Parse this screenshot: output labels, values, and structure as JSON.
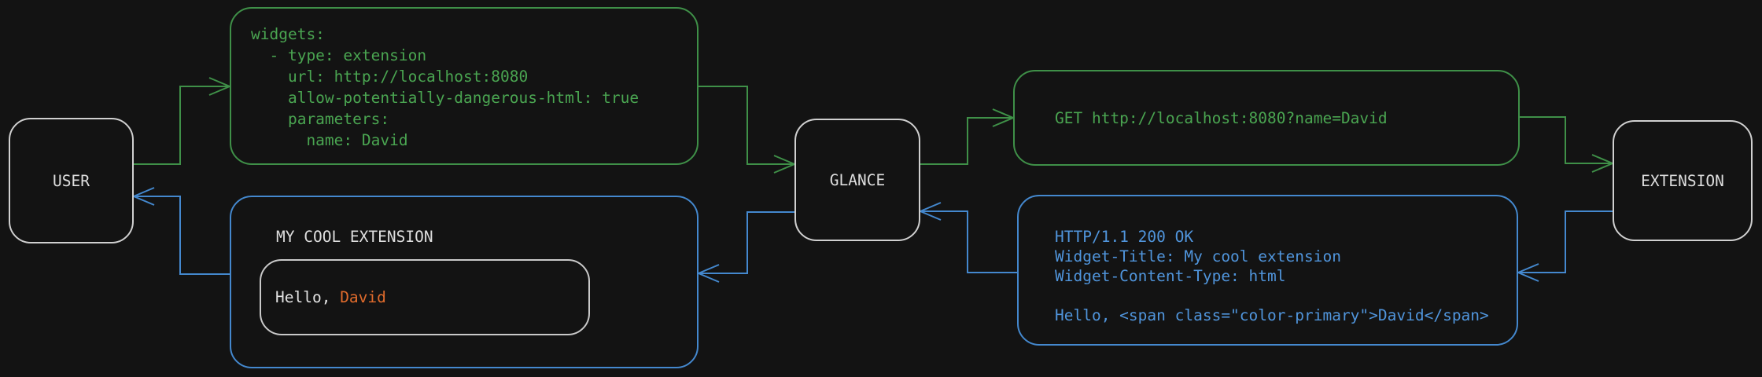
{
  "colors": {
    "background": "#131313",
    "node-border": "#d0d0d0",
    "node-label": "#dedede",
    "green": "#4aa551",
    "green-line": "#3f9048",
    "blue": "#5095dc",
    "blue-line": "#4488ce",
    "orange": "#e06b2c",
    "gray-border": "#c9c9c9",
    "light-text": "#e3e3e3"
  },
  "nodes": {
    "user": "USER",
    "glance": "GLANCE",
    "extension": "EXTENSION"
  },
  "config_message": {
    "lines": [
      "widgets:",
      "  - type: extension",
      "    url: http://localhost:8080",
      "    allow-potentially-dangerous-html: true",
      "    parameters:",
      "      name: David"
    ]
  },
  "request_message": {
    "text": "GET http://localhost:8080?name=David"
  },
  "response_message": {
    "lines": [
      "HTTP/1.1 200 OK",
      "Widget-Title: My cool extension",
      "Widget-Content-Type: html",
      "",
      "Hello, <span class=\"color-primary\">David</span>"
    ]
  },
  "widget_preview": {
    "title": "MY COOL EXTENSION",
    "greeting_prefix": "Hello, ",
    "greeting_name": "David"
  }
}
